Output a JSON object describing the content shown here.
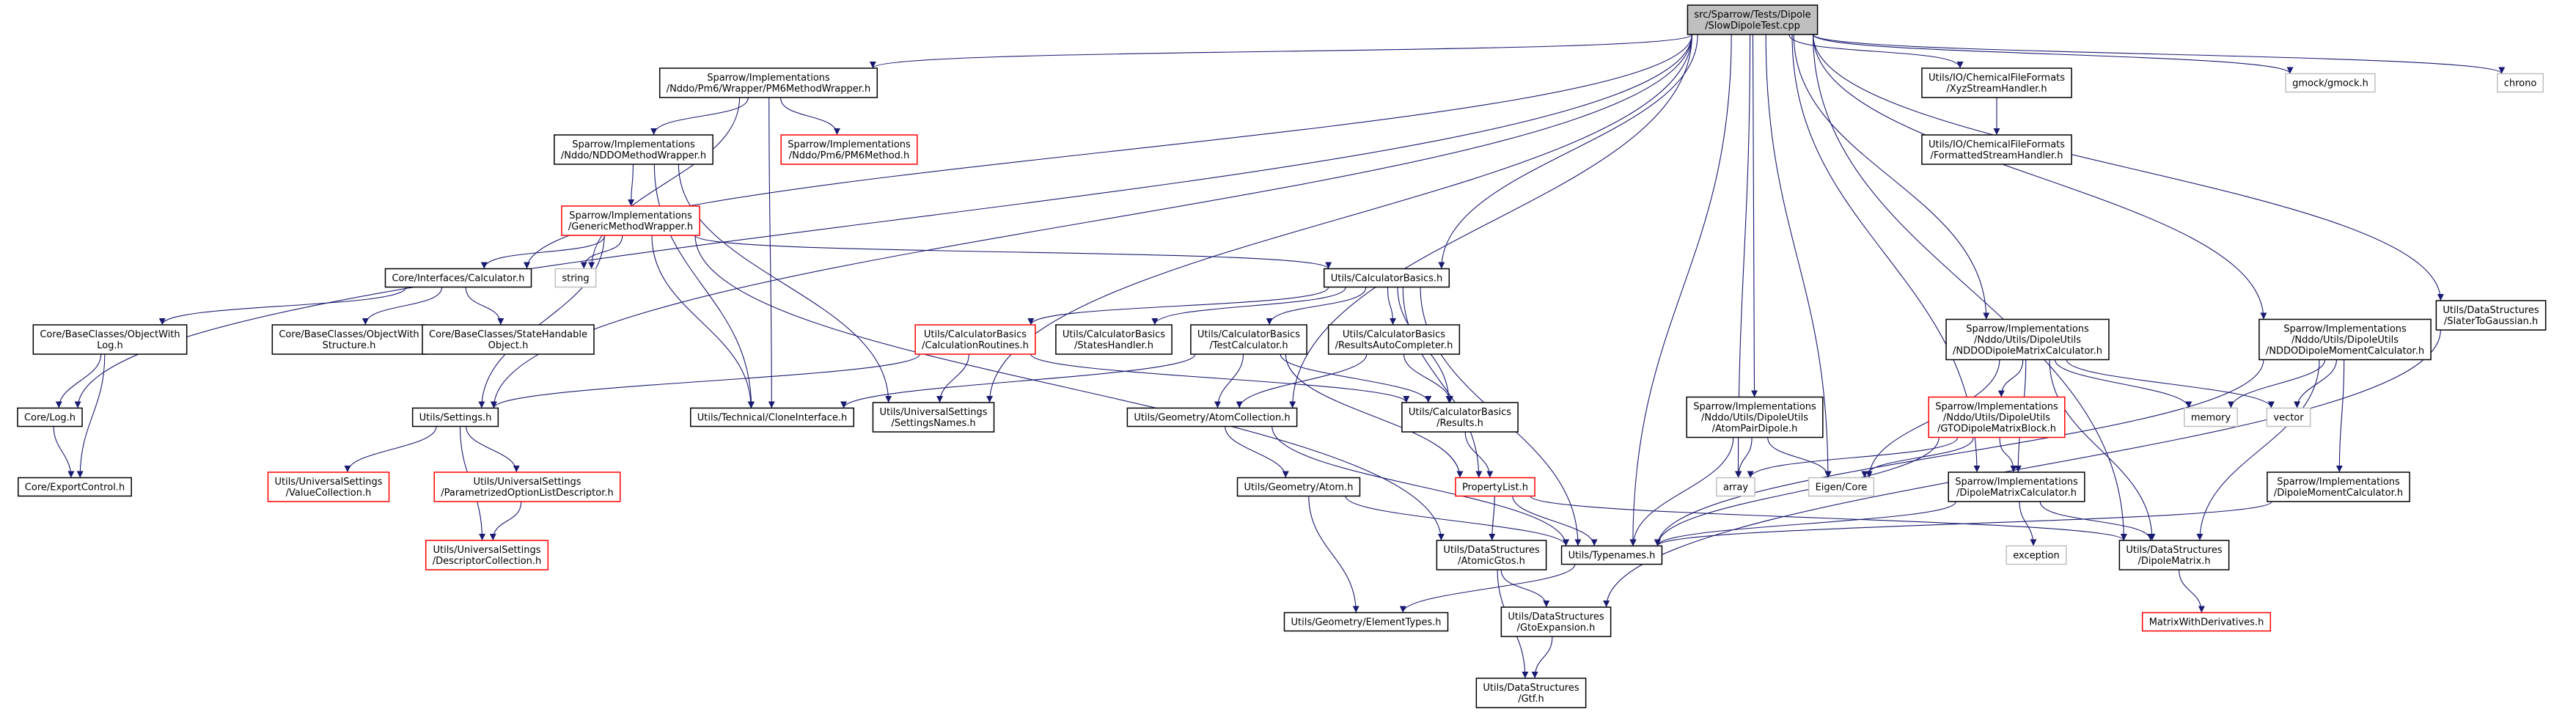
{
  "colors": {
    "edge": "#191970",
    "default_border": "#000000",
    "incomplete_border": "#ff0000",
    "external_border": "#bfbfbf",
    "root_fill": "#bfbfbf",
    "fill": "#ffffff",
    "text": "#000000"
  },
  "nodes": [
    {
      "id": "root",
      "lines": [
        "src/Sparrow/Tests/Dipole",
        "/SlowDipoleTest.cpp"
      ],
      "style": "root"
    },
    {
      "id": "pm6w",
      "lines": [
        "Sparrow/Implementations",
        "/Nddo/Pm6/Wrapper/PM6MethodWrapper.h"
      ],
      "style": "default"
    },
    {
      "id": "pm6m",
      "lines": [
        "Sparrow/Implementations",
        "/Nddo/Pm6/PM6Method.h"
      ],
      "style": "incomplete"
    },
    {
      "id": "nddow",
      "lines": [
        "Sparrow/Implementations",
        "/Nddo/NDDOMethodWrapper.h"
      ],
      "style": "default"
    },
    {
      "id": "gmw",
      "lines": [
        "Sparrow/Implementations",
        "/GenericMethodWrapper.h"
      ],
      "style": "incomplete"
    },
    {
      "id": "string",
      "lines": [
        "string"
      ],
      "style": "external"
    },
    {
      "id": "calc",
      "lines": [
        "Core/Interfaces/Calculator.h"
      ],
      "style": "default"
    },
    {
      "id": "owlog",
      "lines": [
        "Core/BaseClasses/ObjectWith",
        "Log.h"
      ],
      "style": "default"
    },
    {
      "id": "owstruct",
      "lines": [
        "Core/BaseClasses/ObjectWith",
        "Structure.h"
      ],
      "style": "default"
    },
    {
      "id": "shobj",
      "lines": [
        "Core/BaseClasses/StateHandable",
        "Object.h"
      ],
      "style": "default"
    },
    {
      "id": "log",
      "lines": [
        "Core/Log.h"
      ],
      "style": "default"
    },
    {
      "id": "export",
      "lines": [
        "Core/ExportControl.h"
      ],
      "style": "default"
    },
    {
      "id": "settings",
      "lines": [
        "Utils/Settings.h"
      ],
      "style": "default"
    },
    {
      "id": "valcoll",
      "lines": [
        "Utils/UniversalSettings",
        "/ValueCollection.h"
      ],
      "style": "incomplete"
    },
    {
      "id": "paropt",
      "lines": [
        "Utils/UniversalSettings",
        "/ParametrizedOptionListDescriptor.h"
      ],
      "style": "incomplete"
    },
    {
      "id": "desccoll",
      "lines": [
        "Utils/UniversalSettings",
        "/DescriptorCollection.h"
      ],
      "style": "incomplete"
    },
    {
      "id": "calcroutines",
      "lines": [
        "Utils/CalculatorBasics",
        "/CalculationRoutines.h"
      ],
      "style": "incomplete"
    },
    {
      "id": "states",
      "lines": [
        "Utils/CalculatorBasics",
        "/StatesHandler.h"
      ],
      "style": "default"
    },
    {
      "id": "testcalc",
      "lines": [
        "Utils/CalculatorBasics",
        "/TestCalculator.h"
      ],
      "style": "default"
    },
    {
      "id": "resauto",
      "lines": [
        "Utils/CalculatorBasics",
        "/ResultsAutoCompleter.h"
      ],
      "style": "default"
    },
    {
      "id": "calcbasics",
      "lines": [
        "Utils/CalculatorBasics.h"
      ],
      "style": "default"
    },
    {
      "id": "clone",
      "lines": [
        "Utils/Technical/CloneInterface.h"
      ],
      "style": "default"
    },
    {
      "id": "setnames",
      "lines": [
        "Utils/UniversalSettings",
        "/SettingsNames.h"
      ],
      "style": "default"
    },
    {
      "id": "atomcoll",
      "lines": [
        "Utils/Geometry/AtomCollection.h"
      ],
      "style": "default"
    },
    {
      "id": "results",
      "lines": [
        "Utils/CalculatorBasics",
        "/Results.h"
      ],
      "style": "default"
    },
    {
      "id": "atom",
      "lines": [
        "Utils/Geometry/Atom.h"
      ],
      "style": "default"
    },
    {
      "id": "proplist",
      "lines": [
        "PropertyList.h"
      ],
      "style": "incomplete"
    },
    {
      "id": "atomicgtos",
      "lines": [
        "Utils/DataStructures",
        "/AtomicGtos.h"
      ],
      "style": "default"
    },
    {
      "id": "typenames",
      "lines": [
        "Utils/Typenames.h"
      ],
      "style": "default"
    },
    {
      "id": "elemtypes",
      "lines": [
        "Utils/Geometry/ElementTypes.h"
      ],
      "style": "default"
    },
    {
      "id": "gtoexp",
      "lines": [
        "Utils/DataStructures",
        "/GtoExpansion.h"
      ],
      "style": "default"
    },
    {
      "id": "gtf",
      "lines": [
        "Utils/DataStructures",
        "/Gtf.h"
      ],
      "style": "default"
    },
    {
      "id": "atompair",
      "lines": [
        "Sparrow/Implementations",
        "/Nddo/Utils/DipoleUtils",
        "/AtomPairDipole.h"
      ],
      "style": "default"
    },
    {
      "id": "array",
      "lines": [
        "array"
      ],
      "style": "external"
    },
    {
      "id": "eigen",
      "lines": [
        "Eigen/Core"
      ],
      "style": "external"
    },
    {
      "id": "xyz",
      "lines": [
        "Utils/IO/ChemicalFileFormats",
        "/XyzStreamHandler.h"
      ],
      "style": "default"
    },
    {
      "id": "formatted",
      "lines": [
        "Utils/IO/ChemicalFileFormats",
        "/FormattedStreamHandler.h"
      ],
      "style": "default"
    },
    {
      "id": "dipmatcalc",
      "lines": [
        "Sparrow/Implementations",
        "/Nddo/Utils/DipoleUtils",
        "/NDDODipoleMatrixCalculator.h"
      ],
      "style": "default"
    },
    {
      "id": "gtoblock",
      "lines": [
        "Sparrow/Implementations",
        "/Nddo/Utils/DipoleUtils",
        "/GTODipoleMatrixBlock.h"
      ],
      "style": "incomplete"
    },
    {
      "id": "dipmatcalc2",
      "lines": [
        "Sparrow/Implementations",
        "/DipoleMatrixCalculator.h"
      ],
      "style": "default"
    },
    {
      "id": "exception",
      "lines": [
        "exception"
      ],
      "style": "external"
    },
    {
      "id": "memory",
      "lines": [
        "memory"
      ],
      "style": "external"
    },
    {
      "id": "vector",
      "lines": [
        "vector"
      ],
      "style": "external"
    },
    {
      "id": "dipmom",
      "lines": [
        "Sparrow/Implementations",
        "/Nddo/Utils/DipoleUtils",
        "/NDDODipoleMomentCalculator.h"
      ],
      "style": "default"
    },
    {
      "id": "dipmom2",
      "lines": [
        "Sparrow/Implementations",
        "/DipoleMomentCalculator.h"
      ],
      "style": "default"
    },
    {
      "id": "dipmatrix",
      "lines": [
        "Utils/DataStructures",
        "/DipoleMatrix.h"
      ],
      "style": "default"
    },
    {
      "id": "matderiv",
      "lines": [
        "MatrixWithDerivatives.h"
      ],
      "style": "incomplete"
    },
    {
      "id": "gmock",
      "lines": [
        "gmock/gmock.h"
      ],
      "style": "external"
    },
    {
      "id": "chrono",
      "lines": [
        "chrono"
      ],
      "style": "external"
    },
    {
      "id": "slater",
      "lines": [
        "Utils/DataStructures",
        "/SlaterToGaussian.h"
      ],
      "style": "default"
    }
  ],
  "edges": [
    [
      "root",
      "pm6w"
    ],
    [
      "root",
      "calc"
    ],
    [
      "root",
      "log"
    ],
    [
      "root",
      "settings"
    ],
    [
      "root",
      "calcbasics"
    ],
    [
      "root",
      "setnames"
    ],
    [
      "root",
      "atomcoll"
    ],
    [
      "root",
      "typenames"
    ],
    [
      "root",
      "atompair"
    ],
    [
      "root",
      "array"
    ],
    [
      "root",
      "eigen"
    ],
    [
      "root",
      "xyz"
    ],
    [
      "root",
      "dipmatcalc"
    ],
    [
      "root",
      "dipmatcalc2"
    ],
    [
      "root",
      "dipmom"
    ],
    [
      "root",
      "dipmatrix"
    ],
    [
      "root",
      "gmock"
    ],
    [
      "root",
      "chrono"
    ],
    [
      "root",
      "slater"
    ],
    [
      "pm6w",
      "pm6m"
    ],
    [
      "pm6w",
      "nddow"
    ],
    [
      "pm6w",
      "string"
    ],
    [
      "pm6w",
      "clone"
    ],
    [
      "nddow",
      "gmw"
    ],
    [
      "nddow",
      "setnames"
    ],
    [
      "nddow",
      "clone"
    ],
    [
      "gmw",
      "calc"
    ],
    [
      "gmw",
      "string"
    ],
    [
      "gmw",
      "settings"
    ],
    [
      "gmw",
      "calcbasics"
    ],
    [
      "gmw",
      "clone"
    ],
    [
      "gmw",
      "atomicgtos"
    ],
    [
      "calc",
      "owlog"
    ],
    [
      "calc",
      "owstruct"
    ],
    [
      "calc",
      "shobj"
    ],
    [
      "owlog",
      "log"
    ],
    [
      "owlog",
      "export"
    ],
    [
      "log",
      "export"
    ],
    [
      "settings",
      "valcoll"
    ],
    [
      "settings",
      "paropt"
    ],
    [
      "settings",
      "desccoll"
    ],
    [
      "paropt",
      "desccoll"
    ],
    [
      "calcbasics",
      "calcroutines"
    ],
    [
      "calcbasics",
      "states"
    ],
    [
      "calcbasics",
      "testcalc"
    ],
    [
      "calcbasics",
      "resauto"
    ],
    [
      "calcbasics",
      "results"
    ],
    [
      "calcbasics",
      "proplist"
    ],
    [
      "calcbasics",
      "typenames"
    ],
    [
      "calcroutines",
      "settings"
    ],
    [
      "calcroutines",
      "setnames"
    ],
    [
      "calcroutines",
      "results"
    ],
    [
      "testcalc",
      "clone"
    ],
    [
      "testcalc",
      "atomcoll"
    ],
    [
      "testcalc",
      "results"
    ],
    [
      "testcalc",
      "proplist"
    ],
    [
      "resauto",
      "atomcoll"
    ],
    [
      "resauto",
      "results"
    ],
    [
      "atomcoll",
      "atom"
    ],
    [
      "atomcoll",
      "typenames"
    ],
    [
      "results",
      "proplist"
    ],
    [
      "atom",
      "typenames"
    ],
    [
      "atom",
      "elemtypes"
    ],
    [
      "proplist",
      "atomicgtos"
    ],
    [
      "proplist",
      "typenames"
    ],
    [
      "proplist",
      "dipmatrix"
    ],
    [
      "atomicgtos",
      "gtoexp"
    ],
    [
      "atomicgtos",
      "gtf"
    ],
    [
      "gtoexp",
      "gtf"
    ],
    [
      "typenames",
      "elemtypes"
    ],
    [
      "atompair",
      "array"
    ],
    [
      "atompair",
      "typenames"
    ],
    [
      "atompair",
      "eigen"
    ],
    [
      "xyz",
      "formatted"
    ],
    [
      "dipmatcalc",
      "gtoblock"
    ],
    [
      "dipmatcalc",
      "dipmatcalc2"
    ],
    [
      "dipmatcalc",
      "eigen"
    ],
    [
      "dipmatcalc",
      "memory"
    ],
    [
      "dipmatcalc",
      "vector"
    ],
    [
      "dipmatcalc",
      "dipmatrix"
    ],
    [
      "gtoblock",
      "array"
    ],
    [
      "gtoblock",
      "eigen"
    ],
    [
      "gtoblock",
      "typenames"
    ],
    [
      "gtoblock",
      "dipmatcalc2"
    ],
    [
      "dipmatcalc2",
      "exception"
    ],
    [
      "dipmatcalc2",
      "typenames"
    ],
    [
      "dipmatcalc2",
      "dipmatrix"
    ],
    [
      "dipmom",
      "memory"
    ],
    [
      "dipmom",
      "vector"
    ],
    [
      "dipmom",
      "dipmom2"
    ],
    [
      "dipmom",
      "typenames"
    ],
    [
      "dipmom",
      "dipmatrix"
    ],
    [
      "dipmom2",
      "typenames"
    ],
    [
      "dipmatrix",
      "matderiv"
    ],
    [
      "slater",
      "gtoexp"
    ]
  ]
}
